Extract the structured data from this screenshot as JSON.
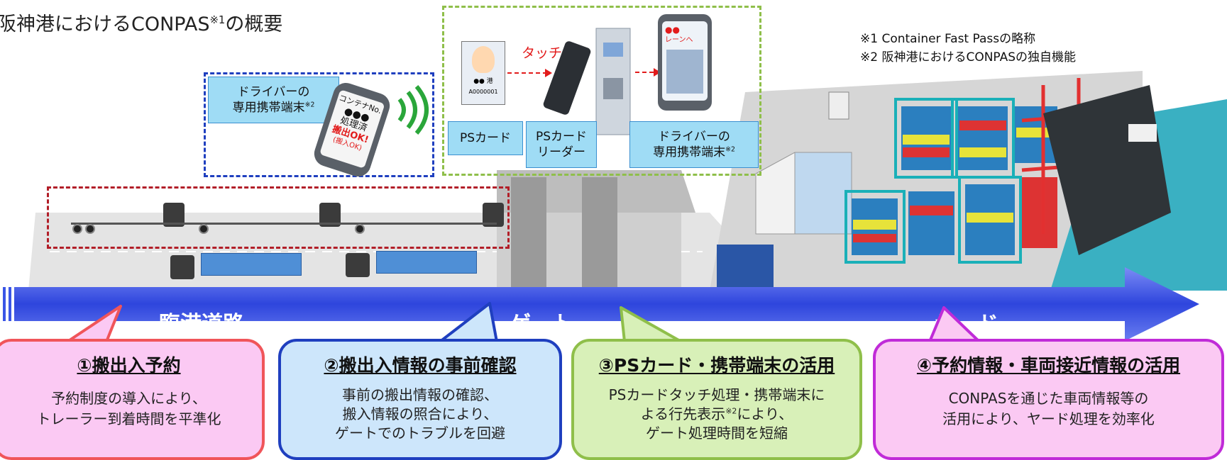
{
  "title": {
    "text": "阪神港におけるCONPAS",
    "sup": "※1",
    "suffix": "の概要"
  },
  "notes": [
    "※1 Container Fast Passの略称",
    "※2 阪神港におけるCONPASの独自機能"
  ],
  "labels": {
    "driver_terminal_left": {
      "line1": "ドライバーの",
      "line2": "専用携帯端末",
      "sup": "※2"
    },
    "ps_card": "PSカード",
    "ps_reader": {
      "line1": "PSカード",
      "line2": "リーダー"
    },
    "driver_terminal_right": {
      "line1": "ドライバーの",
      "line2": "専用携帯端末",
      "sup": "※2"
    },
    "touch": "タッチ"
  },
  "phone_screen_left": {
    "line1": "コンテナNo.",
    "line2": "●●●",
    "line3": "処理済",
    "line4": "搬出OK!",
    "line5": "(搬入OK)"
  },
  "phone_screen_right": {
    "line1": "●●",
    "line2": "レーンへ"
  },
  "id_card": {
    "line1": "●● 港",
    "line2": "A0000001"
  },
  "stages": [
    "臨港道路",
    "ゲート",
    "ヤード"
  ],
  "cards": [
    {
      "heading": "①搬出入予約",
      "body": [
        "予約制度の導入により、",
        "トレーラー到着時間を平準化"
      ]
    },
    {
      "heading": "②搬出入情報の事前確認",
      "body": [
        "事前の搬出情報の確認、",
        "搬入情報の照合により、",
        "ゲートでのトラブルを回避"
      ]
    },
    {
      "heading": "③PSカード・携帯端末の活用",
      "body": [
        "PSカードタッチ処理・携帯端末に",
        "よる行先表示",
        "により、",
        "ゲート処理時間を短縮"
      ],
      "body_sup": "※2"
    },
    {
      "heading": "④予約情報・車両接近情報の活用",
      "body": [
        "CONPASを通じた車両情報等の",
        "活用により、ヤード処理を効率化"
      ]
    }
  ],
  "colors": {
    "arrow": "#3a55e6",
    "card1_fill": "#fbc9f3",
    "card1_border": "#f0555a",
    "card2_fill": "#cde6fb",
    "card2_border": "#1f3fbf",
    "card3_fill": "#d8f0b8",
    "card3_border": "#8fbf4a",
    "card4_fill": "#fbc9f3",
    "card4_border": "#c02bd8"
  }
}
